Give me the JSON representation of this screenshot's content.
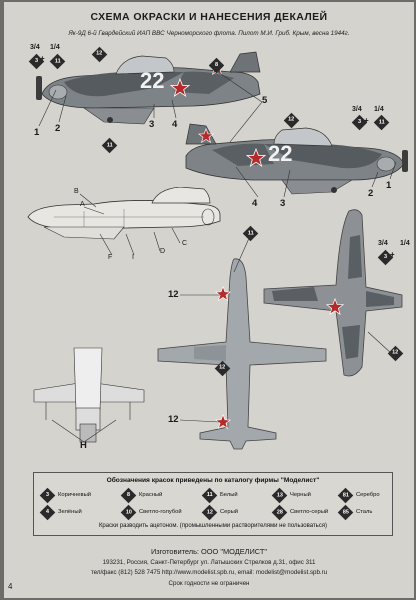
{
  "header": {
    "title": "СХЕМА ОКРАСКИ И НАНЕСЕНИЯ ДЕКАЛЕЙ",
    "subtitle": "Як-9Д  6-й Гвардейский ИАП  ВВС Черноморского флота. Пилот М.И. Гриб. Крым,  весна 1944г."
  },
  "plane_top": {
    "side_number": "22",
    "callouts": [
      "1",
      "2",
      "3",
      "4",
      "5"
    ],
    "fraction_left": "3/4",
    "fraction_right": "1/4",
    "plus": "+",
    "codes": [
      "3",
      "11",
      "12",
      "8"
    ]
  },
  "plane_right": {
    "side_number": "22",
    "callouts": [
      "1",
      "2",
      "3",
      "4"
    ],
    "fraction_left": "3/4",
    "fraction_right": "1/4",
    "plus": "+",
    "codes": [
      "3",
      "11",
      "12"
    ]
  },
  "plane_outline": {
    "callouts": [
      "B",
      "A",
      "C",
      "D",
      "I",
      "F"
    ]
  },
  "plane_underside": {
    "callouts": [
      "12",
      "12"
    ],
    "codes": [
      "11",
      "12"
    ]
  },
  "plane_topview": {
    "fraction_left": "3/4",
    "fraction_right": "1/4",
    "plus": "+",
    "codes": [
      "3",
      "12"
    ]
  },
  "gear_detail": {
    "callout": "H"
  },
  "legend": {
    "title": "Обозначения красок приведены по каталогу фирмы \"Моделист\"",
    "colors": [
      {
        "code": "3",
        "name": "Коричневый"
      },
      {
        "code": "8",
        "name": "Красный"
      },
      {
        "code": "11",
        "name": "Белый"
      },
      {
        "code": "13",
        "name": "Черный"
      },
      {
        "code": "81",
        "name": "Серебро"
      },
      {
        "code": "4",
        "name": "Зелёный"
      },
      {
        "code": "10",
        "name": "Светло-голубой"
      },
      {
        "code": "12",
        "name": "Серый"
      },
      {
        "code": "28",
        "name": "Светло-серый"
      },
      {
        "code": "85",
        "name": "Сталь"
      }
    ],
    "cement_note": "Краски разводить ацетоном.  (промышленными растворителями не пользоваться)"
  },
  "footer": {
    "manufacturer_label": "Изготовитель:  ООО \"МОДЕЛИСТ\"",
    "address": "193231, Россия,  Санкт-Петербург  ул. Латышских Стрелков д.31, офис 311",
    "contacts": "тел/факс (812) 528 7475  http://www.modelist.spb.ru,  email:  modelist@modelist.spb.ru",
    "shelf_life": "Срок годности не ограничен",
    "page_number": "4"
  },
  "colors": {
    "paper": "#d5d3cd",
    "camo_dark": "#555a5e",
    "camo_mid": "#8b8f93",
    "underside": "#9ea3a8",
    "star_red": "#b52b2b",
    "numeral_white": "#f2f2f2"
  }
}
